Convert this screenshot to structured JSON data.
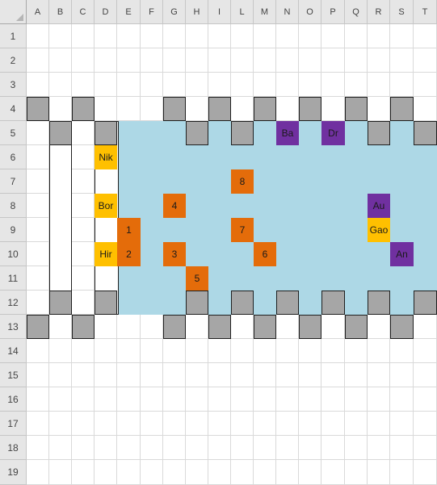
{
  "columns": [
    "A",
    "B",
    "C",
    "D",
    "E",
    "F",
    "G",
    "H",
    "I",
    "L",
    "M",
    "N",
    "O",
    "P",
    "Q",
    "R",
    "S",
    "T"
  ],
  "rows": [
    "1",
    "2",
    "3",
    "4",
    "5",
    "6",
    "7",
    "8",
    "9",
    "10",
    "11",
    "12",
    "13",
    "14",
    "15",
    "16",
    "17",
    "18",
    "19"
  ],
  "colors": {
    "water": "#add8e6",
    "wall": "#a6a6a6",
    "orange": "#e46c0a",
    "yellow": "#ffc000",
    "purple": "#7030a0"
  },
  "walls_top": [
    {
      "col": "A",
      "row": 4
    },
    {
      "col": "C",
      "row": 4
    },
    {
      "col": "G",
      "row": 4
    },
    {
      "col": "I",
      "row": 4
    },
    {
      "col": "M",
      "row": 4
    },
    {
      "col": "O",
      "row": 4
    },
    {
      "col": "Q",
      "row": 4
    },
    {
      "col": "S",
      "row": 4
    },
    {
      "col": "B",
      "row": 5
    },
    {
      "col": "D",
      "row": 5
    },
    {
      "col": "H",
      "row": 5
    },
    {
      "col": "L",
      "row": 5
    },
    {
      "col": "N",
      "row": 5
    },
    {
      "col": "P",
      "row": 5
    },
    {
      "col": "R",
      "row": 5
    },
    {
      "col": "T",
      "row": 5
    }
  ],
  "walls_bottom": [
    {
      "col": "B",
      "row": 12
    },
    {
      "col": "D",
      "row": 12
    },
    {
      "col": "H",
      "row": 12
    },
    {
      "col": "L",
      "row": 12
    },
    {
      "col": "N",
      "row": 12
    },
    {
      "col": "P",
      "row": 12
    },
    {
      "col": "R",
      "row": 12
    },
    {
      "col": "T",
      "row": 12
    },
    {
      "col": "A",
      "row": 13
    },
    {
      "col": "C",
      "row": 13
    },
    {
      "col": "G",
      "row": 13
    },
    {
      "col": "I",
      "row": 13
    },
    {
      "col": "M",
      "row": 13
    },
    {
      "col": "O",
      "row": 13
    },
    {
      "col": "Q",
      "row": 13
    },
    {
      "col": "S",
      "row": 13
    }
  ],
  "pieces": [
    {
      "label": "Ba",
      "col": "N",
      "row": 5,
      "color": "#7030a0"
    },
    {
      "label": "Dr",
      "col": "P",
      "row": 5,
      "color": "#7030a0"
    },
    {
      "label": "Nik",
      "col": "D",
      "row": 6,
      "color": "#ffc000"
    },
    {
      "label": "8",
      "col": "L",
      "row": 7,
      "color": "#e46c0a"
    },
    {
      "label": "Bor",
      "col": "D",
      "row": 8,
      "color": "#ffc000"
    },
    {
      "label": "4",
      "col": "G",
      "row": 8,
      "color": "#e46c0a"
    },
    {
      "label": "Au",
      "col": "R",
      "row": 8,
      "color": "#7030a0"
    },
    {
      "label": "1",
      "col": "E",
      "row": 9,
      "color": "#e46c0a"
    },
    {
      "label": "7",
      "col": "L",
      "row": 9,
      "color": "#e46c0a"
    },
    {
      "label": "Gao",
      "col": "R",
      "row": 9,
      "color": "#ffc000"
    },
    {
      "label": "Hir",
      "col": "D",
      "row": 10,
      "color": "#ffc000"
    },
    {
      "label": "2",
      "col": "E",
      "row": 10,
      "color": "#e46c0a"
    },
    {
      "label": "3",
      "col": "G",
      "row": 10,
      "color": "#e46c0a"
    },
    {
      "label": "6",
      "col": "M",
      "row": 10,
      "color": "#e46c0a"
    },
    {
      "label": "An",
      "col": "S",
      "row": 10,
      "color": "#7030a0"
    },
    {
      "label": "5",
      "col": "H",
      "row": 11,
      "color": "#e46c0a"
    }
  ]
}
